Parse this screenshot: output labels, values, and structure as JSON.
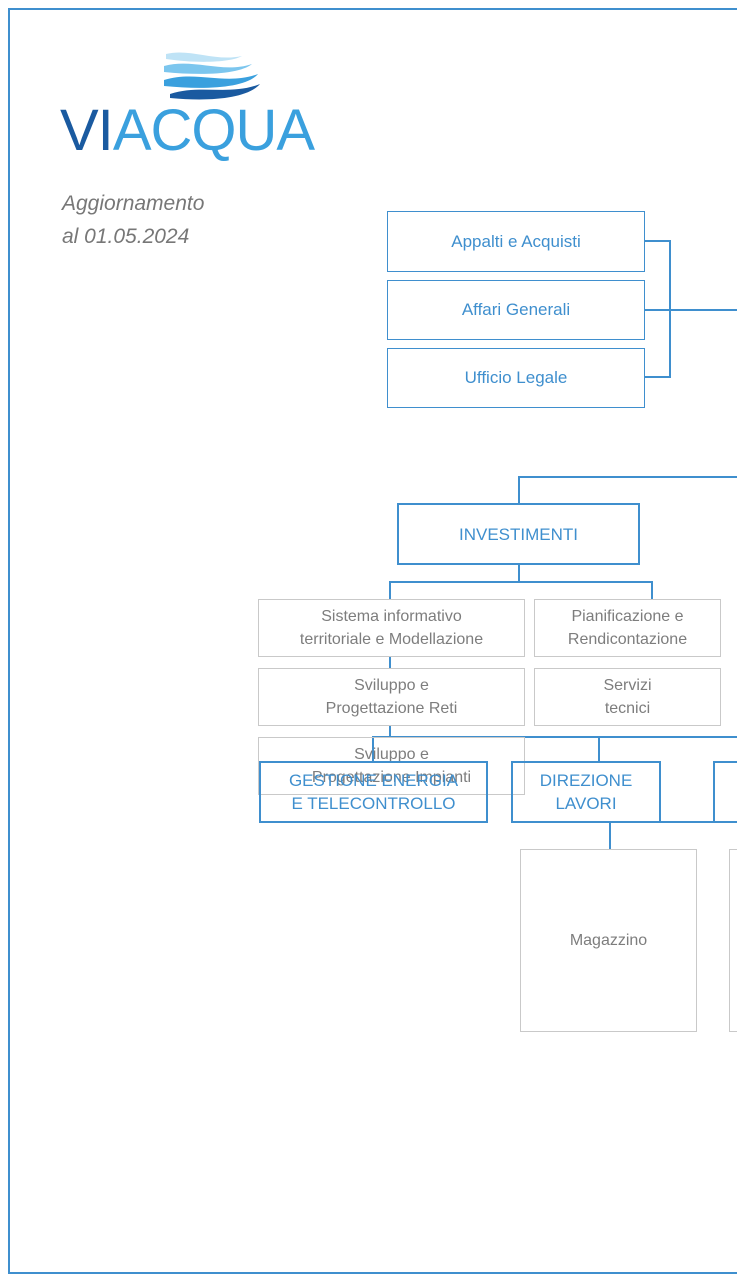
{
  "brand": {
    "logo_prefix": "VI",
    "logo_suffix": "ACQUA",
    "wave_colors": [
      "#bfe3f6",
      "#7cc6ee",
      "#3aa0de",
      "#1a5aa0"
    ]
  },
  "update_note": {
    "line1": "Aggiornamento",
    "line2": "al 01.05.2024"
  },
  "staff_offices": [
    {
      "label": "Appalti e Acquisti"
    },
    {
      "label": "Affari Generali"
    },
    {
      "label": "Ufficio Legale"
    }
  ],
  "investimenti": {
    "title": "INVESTIMENTI",
    "units_left": [
      {
        "line1": "Sistema informativo",
        "line2": "territoriale e Modellazione"
      },
      {
        "line1": "Sviluppo e",
        "line2": "Progettazione Reti"
      },
      {
        "line1": "Sviluppo e",
        "line2": "Progettazione Impianti"
      }
    ],
    "units_right": [
      {
        "line1": "Pianificazione e",
        "line2": "Rendicontazione"
      },
      {
        "line1": "Servizi",
        "line2": "tecnici"
      }
    ]
  },
  "operations": {
    "departments": [
      {
        "line1": "GESTIONE ENERGIA",
        "line2": "E TELECONTROLLO"
      },
      {
        "line1": "DIREZIONE",
        "line2": "LAVORI"
      }
    ],
    "units": [
      {
        "label": "Magazzino"
      }
    ]
  },
  "colors": {
    "accent": "#3f8fce",
    "logo_dark": "#1a5aa0",
    "logo_light": "#3aa0de",
    "unit_border": "#c9c9c9",
    "unit_text": "#7d7d7d",
    "note_text": "#777777"
  }
}
